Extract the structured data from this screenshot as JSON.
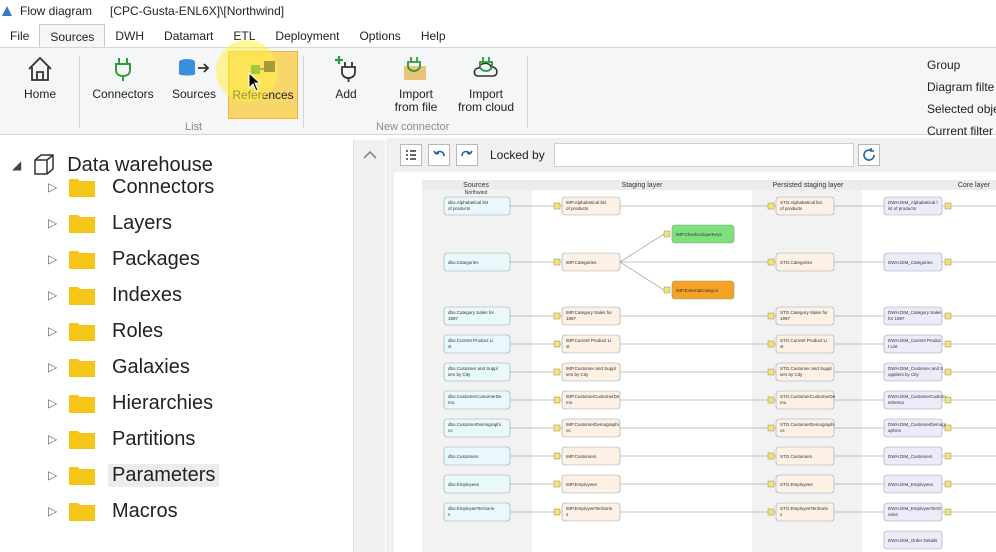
{
  "window": {
    "title": "Flow diagram",
    "subtitle": "[CPC-Gusta-ENL6X]\\[Northwind]"
  },
  "menu": {
    "tabs": [
      "File",
      "Sources",
      "DWH",
      "Datamart",
      "ETL",
      "Deployment",
      "Options",
      "Help"
    ],
    "active": "Sources"
  },
  "ribbon": {
    "home": "Home",
    "connectors": "Connectors",
    "sources": "Sources",
    "references": "References",
    "list_group": "List",
    "add": "Add",
    "import_file_1": "Import",
    "import_file_2": "from file",
    "import_cloud_1": "Import",
    "import_cloud_2": "from cloud",
    "new_connector_group": "New connector",
    "right_items": [
      "Group",
      "Diagram filte",
      "Selected obje",
      "Current filter"
    ]
  },
  "tree": {
    "root": "Data warehouse",
    "items": [
      "Connectors",
      "Layers",
      "Packages",
      "Indexes",
      "Roles",
      "Galaxies",
      "Hierarchies",
      "Partitions",
      "Parameters",
      "Macros"
    ],
    "selected": "Parameters"
  },
  "diagram": {
    "locked_by_label": "Locked by",
    "locked_by_value": "",
    "columns": [
      {
        "title": "Sources",
        "subtitle": "Northwind"
      },
      {
        "title": "Staging layer",
        "subtitle": ""
      },
      {
        "title": "Persisted staging layer",
        "subtitle": ""
      },
      {
        "title": "Core layer",
        "subtitle": ""
      }
    ],
    "rows": [
      {
        "src": "dbo.Alphabetical list of products",
        "imp": "IMP.Alphabetical list of products",
        "stg": "STG.Alphabetical list of products",
        "dwh": "DWH.DIM_Alphabetical list of products"
      },
      {
        "src": "dbo.Categories",
        "imp": "IMP.Categories",
        "stg": "STG.Categories",
        "dwh": "DWH.DIM_Categories"
      },
      {
        "src": "dbo.Category Sales for 1997",
        "imp": "IMP.Category Sales for 1997",
        "stg": "STG.Category Sales for 1997",
        "dwh": "DWH.DIM_Category Sales for 1997"
      },
      {
        "src": "dbo.Current Product List",
        "imp": "IMP.Current Product List",
        "stg": "STG.Current Product List",
        "dwh": "DWH.DIM_Current Product List"
      },
      {
        "src": "dbo.Customer and Suppliers by City",
        "imp": "IMP.Customer and Suppliers by City",
        "stg": "STG.Customer and Suppliers by City",
        "dwh": "DWH.DIM_Customer and Suppliers by City"
      },
      {
        "src": "dbo.CustomerCustomerDemo",
        "imp": "IMP.CustomerCustomerDemo",
        "stg": "STG.CustomerCustomerDemo",
        "dwh": "DWH.DIM_CustomerCustomerDemo"
      },
      {
        "src": "dbo.CustomerDemographics",
        "imp": "IMP.CustomerDemographics",
        "stg": "STG.CustomerDemographics",
        "dwh": "DWH.DIM_CustomerDemographics"
      },
      {
        "src": "dbo.Customers",
        "imp": "IMP.Customers",
        "stg": "STG.Customers",
        "dwh": "DWH.DIM_Customers"
      },
      {
        "src": "dbo.Employees",
        "imp": "IMP.Employees",
        "stg": "STG.Employees",
        "dwh": "DWH.DIM_Employees"
      },
      {
        "src": "dbo.EmployeeTerritories",
        "imp": "IMP.EmployeeTerritories",
        "stg": "STG.EmployeeTerritories",
        "dwh": "DWH.DIM_EmployeeTerritories"
      },
      {
        "src": "",
        "imp": "",
        "stg": "",
        "dwh": "DWH.DIM_Order Details"
      }
    ],
    "branches": [
      {
        "label": "IMP.CheckUniqueKeys",
        "color": "#7ee07e"
      },
      {
        "label": "IMP.ExternalCategoriesCheck",
        "color": "#f7a126"
      }
    ],
    "colors": {
      "src": "#e9f8fb",
      "imp": "#fdf0e4",
      "stg": "#fdf0e4",
      "dwh": "#ebebfa",
      "marker": "#f6e56c"
    }
  }
}
